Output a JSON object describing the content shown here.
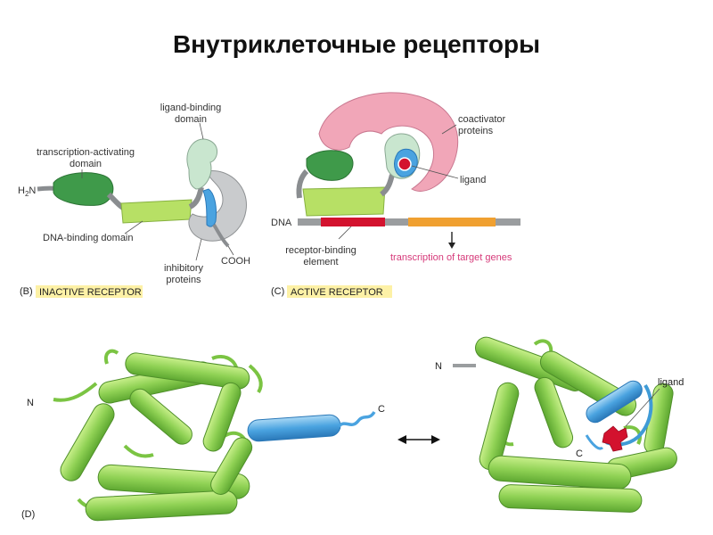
{
  "page": {
    "title": "Внутриклеточные рецепторы"
  },
  "panel_b": {
    "letter": "(B)",
    "tag": "INACTIVE RECEPTOR",
    "labels": {
      "ligand_binding": [
        "ligand-binding",
        "domain"
      ],
      "transcription_activating": [
        "transcription-activating",
        "domain"
      ],
      "h2n": "H",
      "h2n_sub": "2",
      "h2n_n": "N",
      "dna_binding": "DNA-binding domain",
      "inhibitory": [
        "inhibitory",
        "proteins"
      ],
      "cooh": "COOH"
    }
  },
  "panel_c": {
    "letter": "(C)",
    "tag": "ACTIVE RECEPTOR",
    "labels": {
      "coactivator": [
        "coactivator",
        "proteins"
      ],
      "ligand": "ligand",
      "dna": "DNA",
      "receptor_binding": [
        "receptor-binding",
        "element"
      ],
      "transcription": "transcription of target genes"
    }
  },
  "panel_d": {
    "letter": "(D)",
    "left": {
      "n": "N",
      "c": "C"
    },
    "right": {
      "n": "N",
      "c": "C",
      "ligand": "ligand"
    }
  },
  "colors": {
    "dark_green": "#3f9a4a",
    "light_green": "#b7e065",
    "pale_green": "#c9e6cf",
    "grey": "#bfc2c4",
    "blue": "#4aa3e0",
    "pink": "#f1a6b8",
    "red": "#d3122e",
    "orange": "#f0a030",
    "helix_green": "#8fd154",
    "helix_blue": "#3f9bd6",
    "tag_yellow": "#fdf1a6"
  }
}
